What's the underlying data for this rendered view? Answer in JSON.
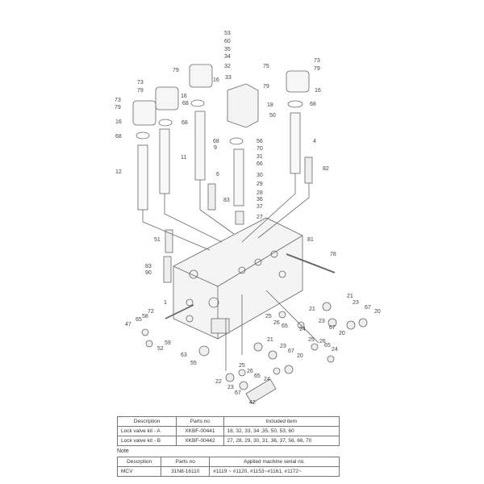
{
  "labels": [
    "53",
    "60",
    "35",
    "34",
    "32",
    "75",
    "33",
    "79",
    "18",
    "50",
    "56",
    "70",
    "31",
    "66",
    "30",
    "29",
    "28",
    "36",
    "37",
    "27",
    "6",
    "83",
    "68",
    "9",
    "79",
    "16",
    "73",
    "79",
    "16",
    "68",
    "73",
    "79",
    "16",
    "68",
    "68",
    "11",
    "12",
    "73",
    "79",
    "16",
    "68",
    "4",
    "82",
    "51",
    "83",
    "90",
    "81",
    "78",
    "1",
    "72",
    "58",
    "65",
    "47",
    "59",
    "52",
    "63",
    "55",
    "21",
    "23",
    "67",
    "20",
    "21",
    "23",
    "67",
    "20",
    "25",
    "26",
    "65",
    "24",
    "25",
    "26",
    "65",
    "24",
    "21",
    "23",
    "67",
    "20",
    "25",
    "26",
    "65",
    "24",
    "22",
    "23",
    "67",
    "42"
  ],
  "kit_table": {
    "headers": [
      "Description",
      "Parts no",
      "Included item"
    ],
    "rows": [
      [
        "Lock valve kit - A",
        "XKBF-00441",
        "18, 32, 33, 34 ,35, 50, 53, 60"
      ],
      [
        "Lock valve kit - B",
        "XKBF-00442",
        "27, 28, 29, 30, 31, 36, 37, 56, 66, 70"
      ]
    ]
  },
  "note_label": "Note",
  "note_table": {
    "headers": [
      "Descrption",
      "Parts no",
      "Applied machine serial no."
    ],
    "rows": [
      [
        "MCV",
        "31N8-16110",
        "#1119 ~ #1120, #1153~#1161, #1172~"
      ]
    ]
  }
}
